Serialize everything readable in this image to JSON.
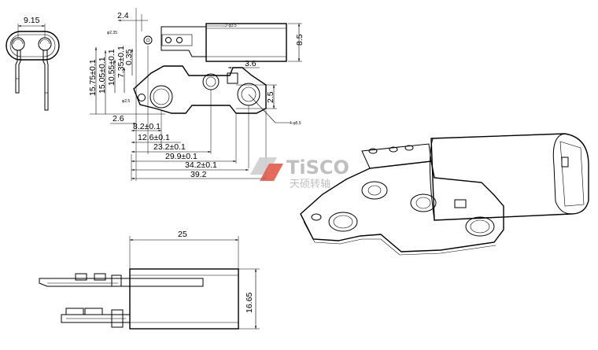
{
  "drawing": {
    "top_left_view": {
      "dims": [
        "9.15"
      ]
    },
    "front_view": {
      "dims": {
        "d_2_4": "2.4",
        "d_8_5": "8.5",
        "d_3_6": "3.6",
        "d_2_5": "2.5",
        "d_15_75": "15.75±0.1",
        "d_15_05": "15.05±0.1",
        "d_10_55": "10.55±0.1",
        "d_7_35": "7.35±0.1",
        "d_0_35": "0.35",
        "d_2_6": "2.6",
        "d_8_2": "8.2±0.1",
        "d_12_6": "12.6±0.1",
        "d_23_2": "23.2±0.1",
        "d_29_9": "29.9±0.1",
        "d_34_2": "34.2±0.1",
        "d_39_2": "39.2"
      }
    },
    "side_view": {
      "dims": {
        "width": "25",
        "height": "16.65"
      }
    }
  },
  "watermark": {
    "brand": "TiSCO",
    "chinese": "天硕转轴",
    "brand_color": "#bdbdbd"
  }
}
